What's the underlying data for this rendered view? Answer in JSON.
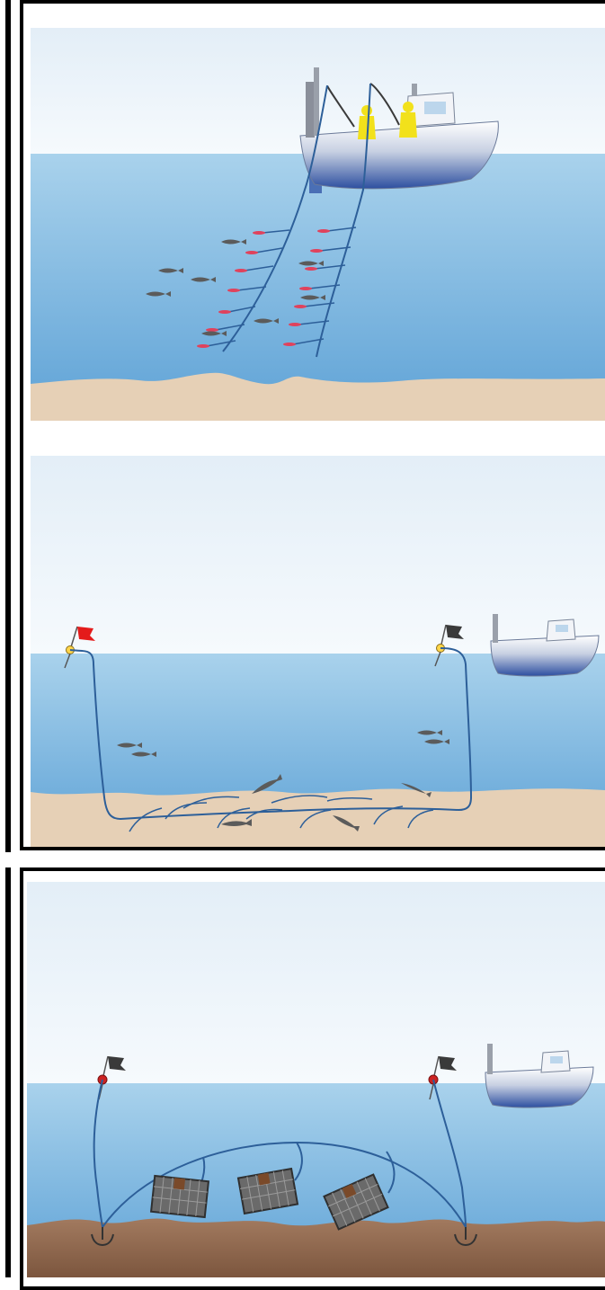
{
  "figure": {
    "panels": [
      {
        "id": "handline-fishing",
        "depicts": [
          "boat",
          "two-fishermen",
          "two-fishing-lines",
          "hooks-with-lures",
          "fish"
        ]
      },
      {
        "id": "gillnet-fishing",
        "depicts": [
          "boat",
          "red-flag-buoy",
          "black-flag-buoy",
          "net-on-seabed",
          "fish"
        ]
      },
      {
        "id": "pot-fishing",
        "depicts": [
          "boat",
          "black-flag-buoy",
          "black-flag-buoy",
          "three-pots",
          "two-anchors"
        ]
      }
    ]
  },
  "colors": {
    "sky_top": "#e6f1f8",
    "water_top": "#a9d2ec",
    "water_bottom": "#5ea2d6",
    "sand": "#e6d0b6",
    "mud": "#9a7056",
    "line": "#2d5f99",
    "hook_lure": "#e0425c",
    "fish": "#5b5b5b",
    "flag_red": "#e41b1b",
    "flag_black": "#3a3a3a",
    "buoy_yellow": "#ffd54a",
    "buoy_red": "#cc2222",
    "fisherman": "#f2e11b"
  }
}
